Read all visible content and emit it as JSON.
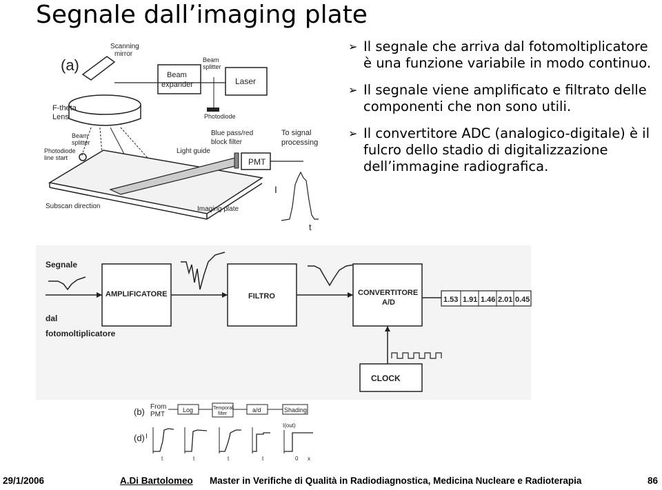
{
  "title": "Segnale dall’imaging plate",
  "bullets": [
    "Il segnale che arriva dal fotomoltiplicatore è una funzione variabile in modo continuo.",
    "Il segnale viene amplificato e filtrato delle componenti che non sono utili.",
    "Il convertitore ADC (analogico-digitale) è il fulcro dello stadio di digitalizzazione dell’immagine radiografica."
  ],
  "figure_a": {
    "tag": "(a)",
    "labels": {
      "scanning_mirror_1": "Scanning",
      "scanning_mirror_2": "mirror",
      "beam_expander_1": "Beam",
      "beam_expander_2": "expander",
      "beam_splitter_top_1": "Beam",
      "beam_splitter_top_2": "splitter",
      "laser": "Laser",
      "photodiode": "Photodiode",
      "ftheta_1": "F-theta",
      "ftheta_2": "Lens",
      "beam_splitter_left_1": "Beam",
      "beam_splitter_left_2": "splitter",
      "photodiode_line_1": "Photodiode",
      "photodiode_line_2": "line start",
      "light_guide": "Light guide",
      "blue_pass_1": "Blue pass/red",
      "blue_pass_2": "block filter",
      "to_signal_1": "To signal",
      "to_signal_2": "processing",
      "pmt": "PMT",
      "subscan": "Subscan direction",
      "imaging_plate": "Imaging plate",
      "axis_i": "I",
      "axis_t": "t"
    }
  },
  "figure_chain": {
    "signal_1": "Segnale",
    "signal_2": "dal",
    "signal_3": "fotomoltiplicatore",
    "amplifier": "AMPLIFICATORE",
    "filter": "FILTRO",
    "converter_1": "CONVERTITORE",
    "converter_2": "A/D",
    "clock": "CLOCK",
    "digital_values": [
      "1.53",
      "1.91",
      "1.46",
      "2.01",
      "0.45"
    ]
  },
  "figure_b": {
    "tag_b": "(b)",
    "tag_d": "(d)",
    "from_1": "From",
    "from_2": "PMT",
    "blocks": [
      "Log",
      "Temporal filter",
      "a/d",
      "Shading"
    ],
    "temporal_1": "Temporal",
    "temporal_2": "filter",
    "axis_i": "I",
    "axis_t": "t",
    "i_out": "I(out)",
    "zero": "0",
    "x": "x"
  },
  "footer": {
    "date": "29/1/2006",
    "author": "A.Di Bartolomeo",
    "course": "Master in Verifiche di Qualità in Radiodiagnostica, Medicina Nucleare e Radioterapia",
    "page": "86"
  }
}
